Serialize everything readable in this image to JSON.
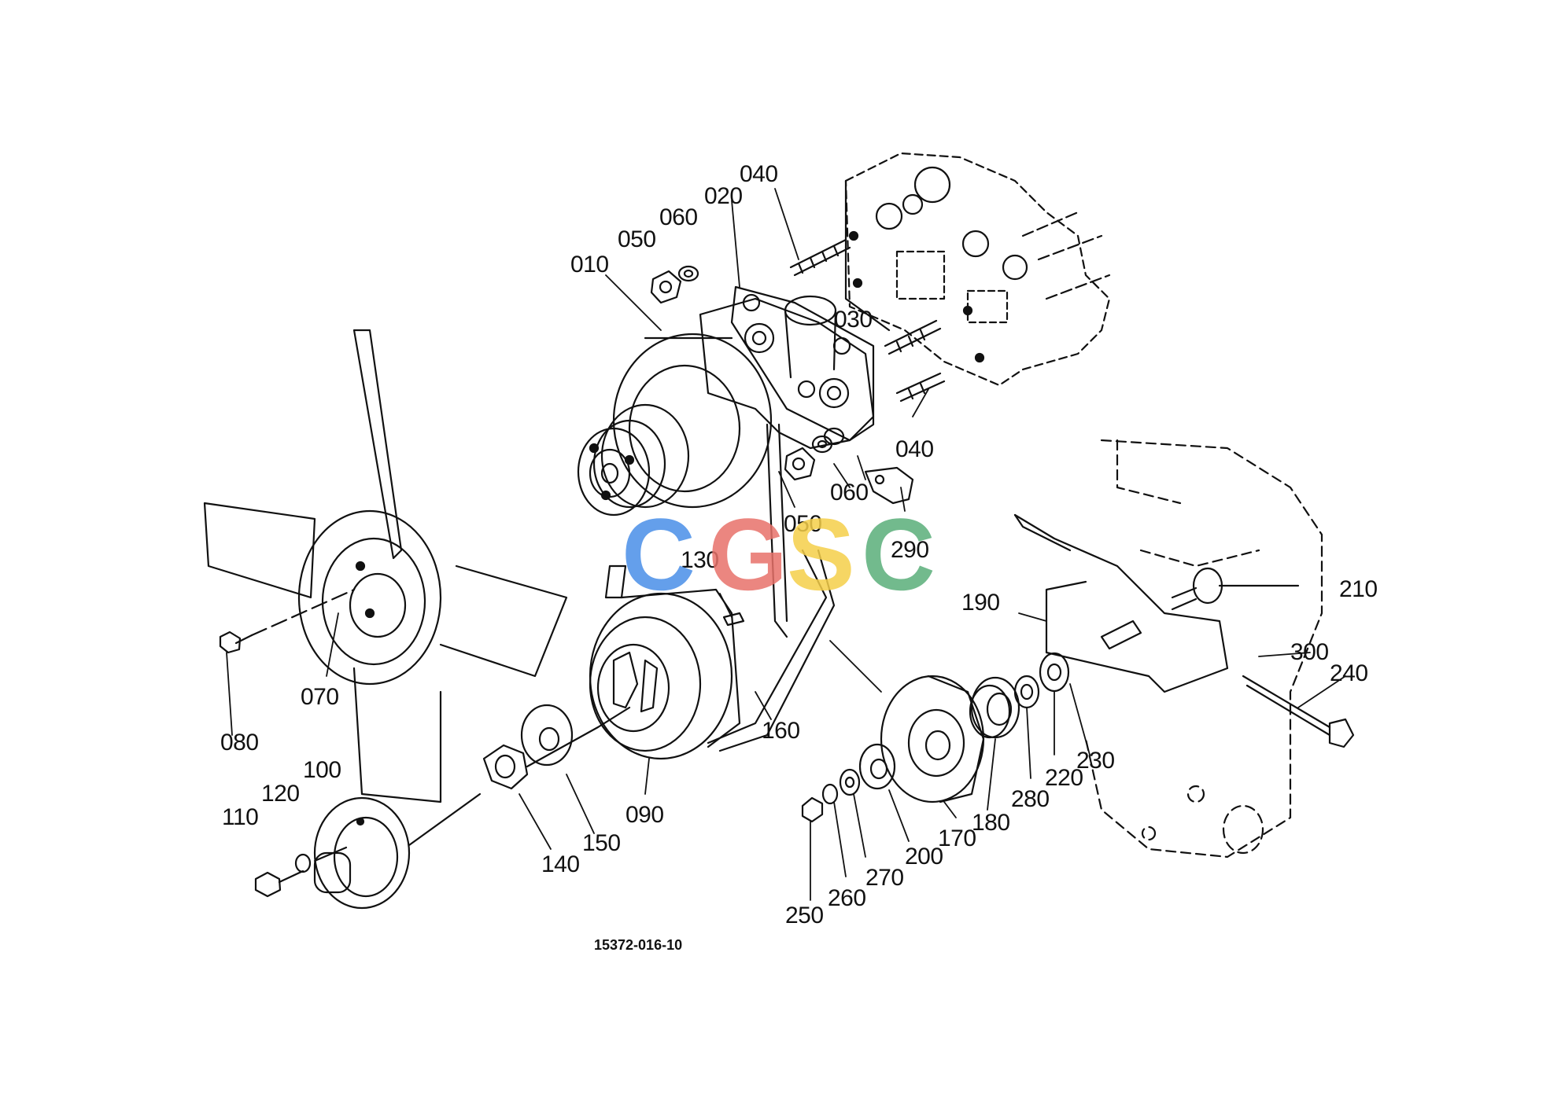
{
  "labels": {
    "l010": "010",
    "l020": "020",
    "l030": "030",
    "l040a": "040",
    "l040b": "040",
    "l050a": "050",
    "l050b": "050",
    "l060a": "060",
    "l060b": "060",
    "l070": "070",
    "l080": "080",
    "l090": "090",
    "l100": "100",
    "l110": "110",
    "l120": "120",
    "l130": "130",
    "l140": "140",
    "l150": "150",
    "l160": "160",
    "l170": "170",
    "l180": "180",
    "l190": "190",
    "l200": "200",
    "l210": "210",
    "l220": "220",
    "l230": "230",
    "l240": "240",
    "l250": "250",
    "l260": "260",
    "l270": "270",
    "l280": "280",
    "l290": "290",
    "l300": "300"
  },
  "drawing_number": "15372-016-10",
  "watermark": {
    "letters": [
      "C",
      "G",
      "S",
      "C"
    ],
    "colors": [
      "#4a8fe8",
      "#e8726a",
      "#f5cf4a",
      "#5aae7a"
    ]
  }
}
